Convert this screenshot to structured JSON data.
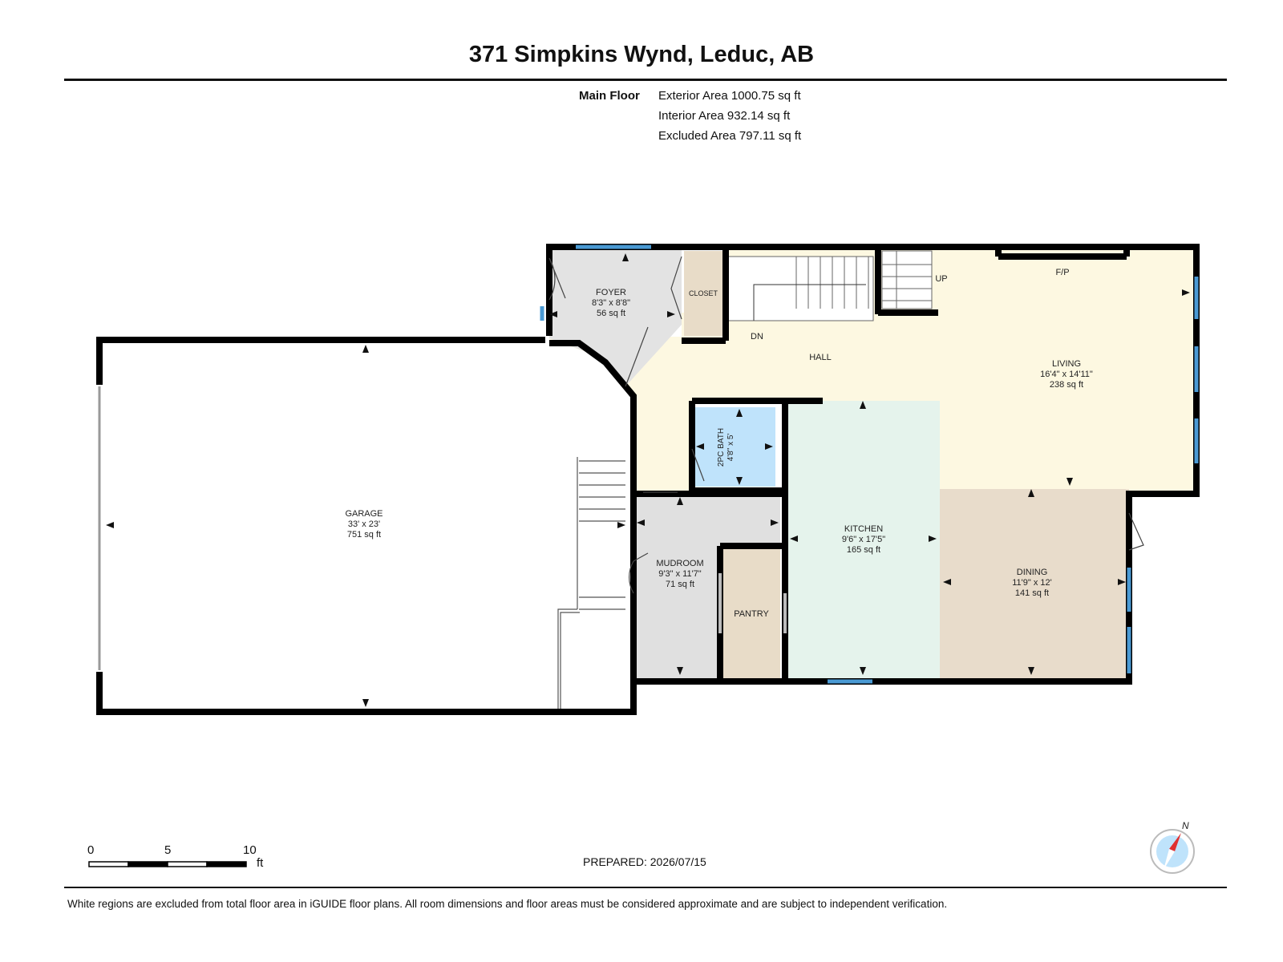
{
  "header": {
    "title": "371 Simpkins Wynd, Leduc, AB"
  },
  "summary": {
    "floor": "Main Floor",
    "exterior": "Exterior Area 1000.75 sq ft",
    "interior": "Interior Area 932.14 sq ft",
    "excluded": "Excluded Area 797.11 sq ft"
  },
  "rooms": {
    "foyer": {
      "name": "FOYER",
      "dims": "8'3\" x 8'8\"",
      "area": "56 sq ft"
    },
    "closet": {
      "name": "CLOSET"
    },
    "garage": {
      "name": "GARAGE",
      "dims": "33' x 23'",
      "area": "751 sq ft"
    },
    "hall": {
      "name": "HALL"
    },
    "living": {
      "name": "LIVING",
      "dims": "16'4\" x 14'11\"",
      "area": "238 sq ft"
    },
    "bath": {
      "name": "2PC BATH",
      "dims": "4'8\" x 5'"
    },
    "kitchen": {
      "name": "KITCHEN",
      "dims": "9'6\" x 17'5\"",
      "area": "165 sq ft"
    },
    "mudroom": {
      "name": "MUDROOM",
      "dims": "9'3\" x 11'7\"",
      "area": "71 sq ft"
    },
    "pantry": {
      "name": "PANTRY"
    },
    "dining": {
      "name": "DINING",
      "dims": "11'9\" x 12'",
      "area": "141 sq ft"
    }
  },
  "annotations": {
    "up": "UP",
    "dn": "DN",
    "fp": "F/P",
    "north": "N"
  },
  "scale": {
    "ticks": [
      "0",
      "5",
      "10"
    ],
    "unit": "ft"
  },
  "prepared": "PREPARED: 2026/07/15",
  "footer": "White regions are excluded from total floor area in iGUIDE floor plans. All room dimensions and floor areas must be considered approximate and are subject to independent verification.",
  "colors": {
    "wall": "#000000",
    "window": "#4a9ad4",
    "foyer": "#e0e0e0",
    "closet": "#e8dcc8",
    "hall": "#fdf8e1",
    "bath": "#bfe3fb",
    "kitchen": "#e5f3ec",
    "dining": "#e8dccb",
    "mudroom": "#e0e0e0",
    "pantry": "#e8dcc8",
    "compass": "#e03030"
  }
}
